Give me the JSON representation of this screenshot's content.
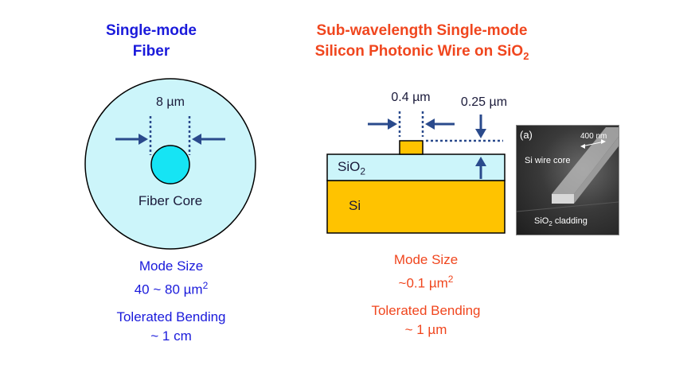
{
  "left": {
    "title_line1": "Single-mode",
    "title_line2": "Fiber",
    "core_dim": "8 µm",
    "core_label": "Fiber Core",
    "mode_size_label": "Mode Size",
    "mode_size_value": "40 ~ 80 µm",
    "mode_size_sup": "2",
    "bending_label": "Tolerated Bending",
    "bending_value": "~ 1 cm"
  },
  "right": {
    "title_line1": "Sub-wavelength Single-mode",
    "title_line2_main": "Silicon Photonic Wire on SiO",
    "title_line2_sub": "2",
    "width_dim": "0.4 µm",
    "height_dim": "0.25 µm",
    "sio2_label_main": "SiO",
    "sio2_label_sub": "2",
    "si_label": "Si",
    "mode_size_label": "Mode Size",
    "mode_size_value": "~0.1 µm",
    "mode_size_sup": "2",
    "bending_label": "Tolerated Bending",
    "bending_value": "~ 1 µm"
  },
  "sem": {
    "panel_label": "(a)",
    "scale_label": "400 nm",
    "core_label": "Si wire core",
    "cladding_main": "SiO",
    "cladding_sub": "2",
    "cladding_rest": " cladding"
  },
  "colors": {
    "blue_text": "#1a1adb",
    "red_text": "#f0461e",
    "fiber_cladding": "#ccf5fa",
    "fiber_core": "#16e4f4",
    "arrow": "#2a4a8c",
    "sio2_layer": "#ccf5fa",
    "si_layer": "#ffc300"
  }
}
